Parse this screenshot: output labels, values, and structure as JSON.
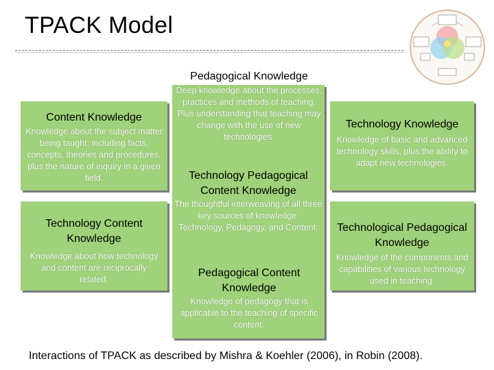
{
  "title": "TPACK Model",
  "center": {
    "ped_head": "Pedagogical Knowledge",
    "ped_desc": "Deep knowledge about the processes, practices and methods of teaching. Plus understanding that teaching may change with the use of new technologies.",
    "tpack_head": "Technology Pedagogical Content Knowledge",
    "tpack_desc": "The thoughtful interweaving of all three key sources of knowledge: Technology, Pedagogy, and Content.",
    "pck_head": "Pedagogical Content Knowledge",
    "pck_desc": "Knowledge of pedagogy that is applicable to the teaching of specific content."
  },
  "content": {
    "head": "Content Knowledge",
    "desc": "Knowledge about the subject matter being taught; including facts, concepts, theories and procedures, plus the nature of inquiry in a given field."
  },
  "tck": {
    "head": "Technology Content Knowledge",
    "desc": "Knowledge about how technology and content are reciprocally related."
  },
  "tech": {
    "head": "Technology Knowledge",
    "desc": "Knowledge of basic and advanced technology skills, plus the ability to adapt new technologies."
  },
  "tpk": {
    "head": "Technological Pedagogical Knowledge",
    "desc": "Knowledge of the components and capabilities of various technology used in teaching."
  },
  "caption": "Interactions of TPACK as described by Mishra & Koehler (2006), in Robin (2008).",
  "colors": {
    "box": "#9fd27a",
    "shadow": "#7a7a7a",
    "desc_text": "#ffffff"
  },
  "logo": {
    "icon": "tpack-venn-diagram-icon"
  }
}
